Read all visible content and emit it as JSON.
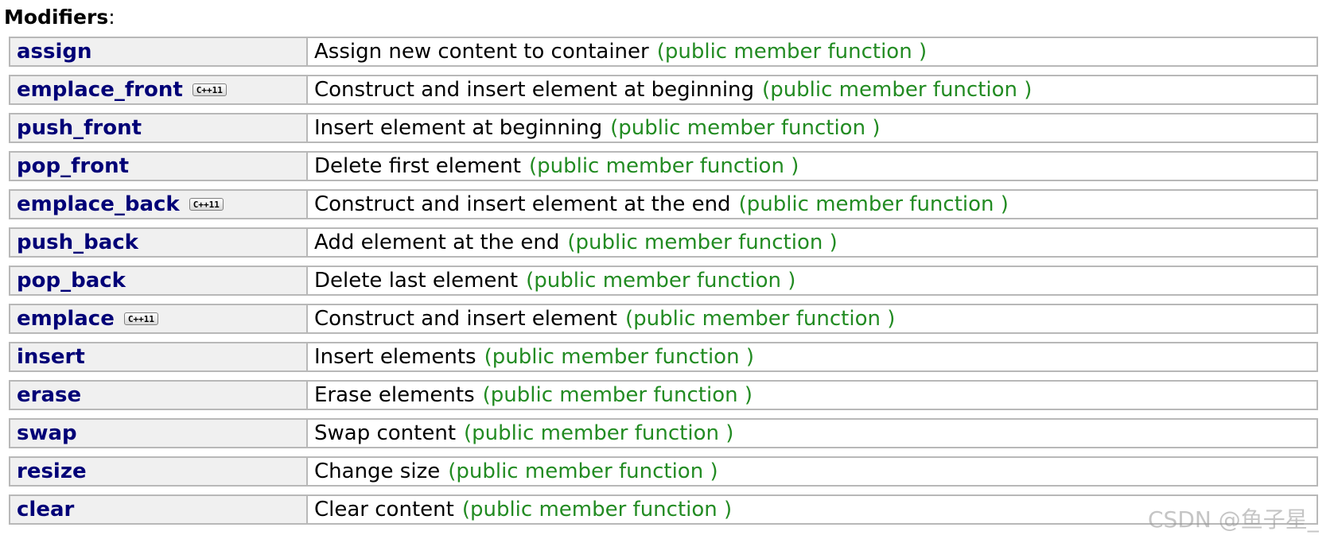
{
  "heading": {
    "title": "Modifiers",
    "colon": ":"
  },
  "kind_label": "(public member function )",
  "badge_label": "C++11",
  "rows": [
    {
      "name": "assign",
      "desc": "Assign new content to container",
      "badge": false
    },
    {
      "name": "emplace_front",
      "desc": "Construct and insert element at beginning",
      "badge": true
    },
    {
      "name": "push_front",
      "desc": "Insert element at beginning",
      "badge": false
    },
    {
      "name": "pop_front",
      "desc": "Delete first element",
      "badge": false
    },
    {
      "name": "emplace_back",
      "desc": "Construct and insert element at the end",
      "badge": true
    },
    {
      "name": "push_back",
      "desc": "Add element at the end",
      "badge": false
    },
    {
      "name": "pop_back",
      "desc": "Delete last element",
      "badge": false
    },
    {
      "name": "emplace",
      "desc": "Construct and insert element",
      "badge": true
    },
    {
      "name": "insert",
      "desc": "Insert elements",
      "badge": false
    },
    {
      "name": "erase",
      "desc": "Erase elements",
      "badge": false
    },
    {
      "name": "swap",
      "desc": "Swap content",
      "badge": false
    },
    {
      "name": "resize",
      "desc": "Change size",
      "badge": false
    },
    {
      "name": "clear",
      "desc": "Clear content",
      "badge": false
    }
  ],
  "watermark": "CSDN @鱼子星_",
  "colors": {
    "member_link": "#000077",
    "member_kind": "#228b22",
    "name_cell_bg": "#f0f0f0",
    "border": "#b8b8b8"
  }
}
